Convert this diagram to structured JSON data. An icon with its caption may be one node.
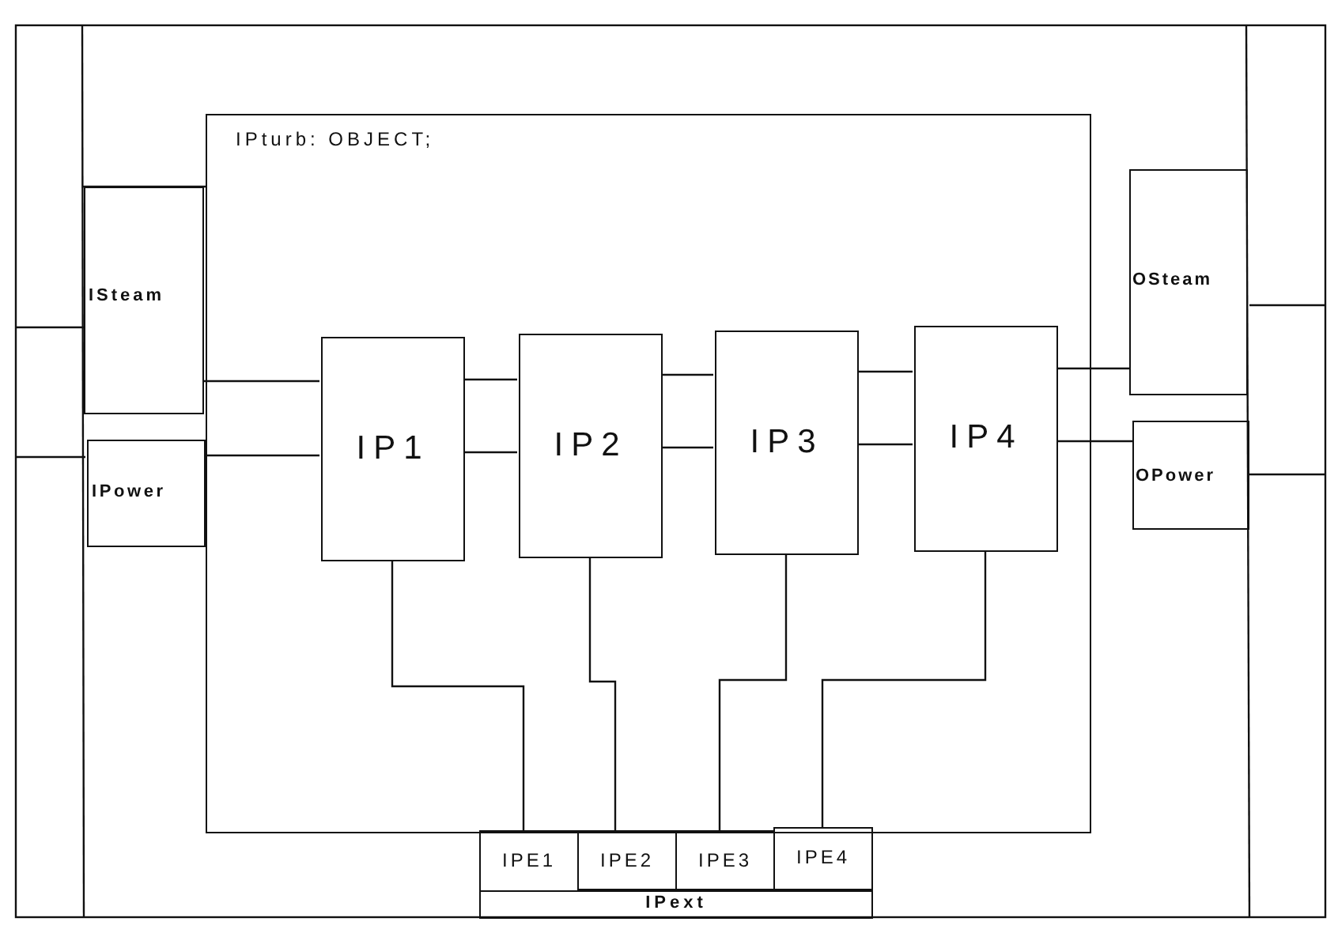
{
  "diagram": {
    "nodes": [
      {
        "text": [
          "IPturb: OBJECT;"
        ]
      },
      {
        "text": [
          "ISteam"
        ]
      },
      {
        "text": [
          "IPower"
        ]
      },
      {
        "text": [
          "IP1"
        ],
        "in": 0
      },
      {
        "text": [
          "IP2"
        ],
        "in": 0
      },
      {
        "text": [
          "IP3"
        ],
        "in": 0
      },
      {
        "text": [
          "IP4"
        ],
        "in": 0
      },
      {
        "text": [
          "OSteam"
        ]
      },
      {
        "text": [
          "OPower"
        ]
      },
      {
        "text": [
          "IPE1"
        ]
      },
      {
        "text": [
          "IPE2"
        ]
      },
      {
        "text": [
          "IPE3"
        ]
      },
      {
        "text": [
          "IPE4"
        ]
      },
      {
        "text": [
          "IPext"
        ]
      }
    ],
    "edges": [
      {
        "from": 1,
        "to": 3,
        "arrow": "none"
      },
      {
        "from": 2,
        "to": 3,
        "arrow": "none"
      },
      {
        "from": 3,
        "to": 4,
        "arrow": "none"
      },
      {
        "from": 3,
        "to": 4,
        "arrow": "none"
      },
      {
        "from": 4,
        "to": 5,
        "arrow": "none"
      },
      {
        "from": 4,
        "to": 5,
        "arrow": "none"
      },
      {
        "from": 5,
        "to": 6,
        "arrow": "none"
      },
      {
        "from": 5,
        "to": 6,
        "arrow": "none"
      },
      {
        "from": 6,
        "to": 7,
        "arrow": "none"
      },
      {
        "from": 6,
        "to": 8,
        "arrow": "none"
      },
      {
        "from": 3,
        "to": 9,
        "arrow": "none"
      },
      {
        "from": 4,
        "to": 10,
        "arrow": "none"
      },
      {
        "from": 5,
        "to": 11,
        "arrow": "none"
      },
      {
        "from": 6,
        "to": 12,
        "arrow": "none"
      }
    ]
  }
}
